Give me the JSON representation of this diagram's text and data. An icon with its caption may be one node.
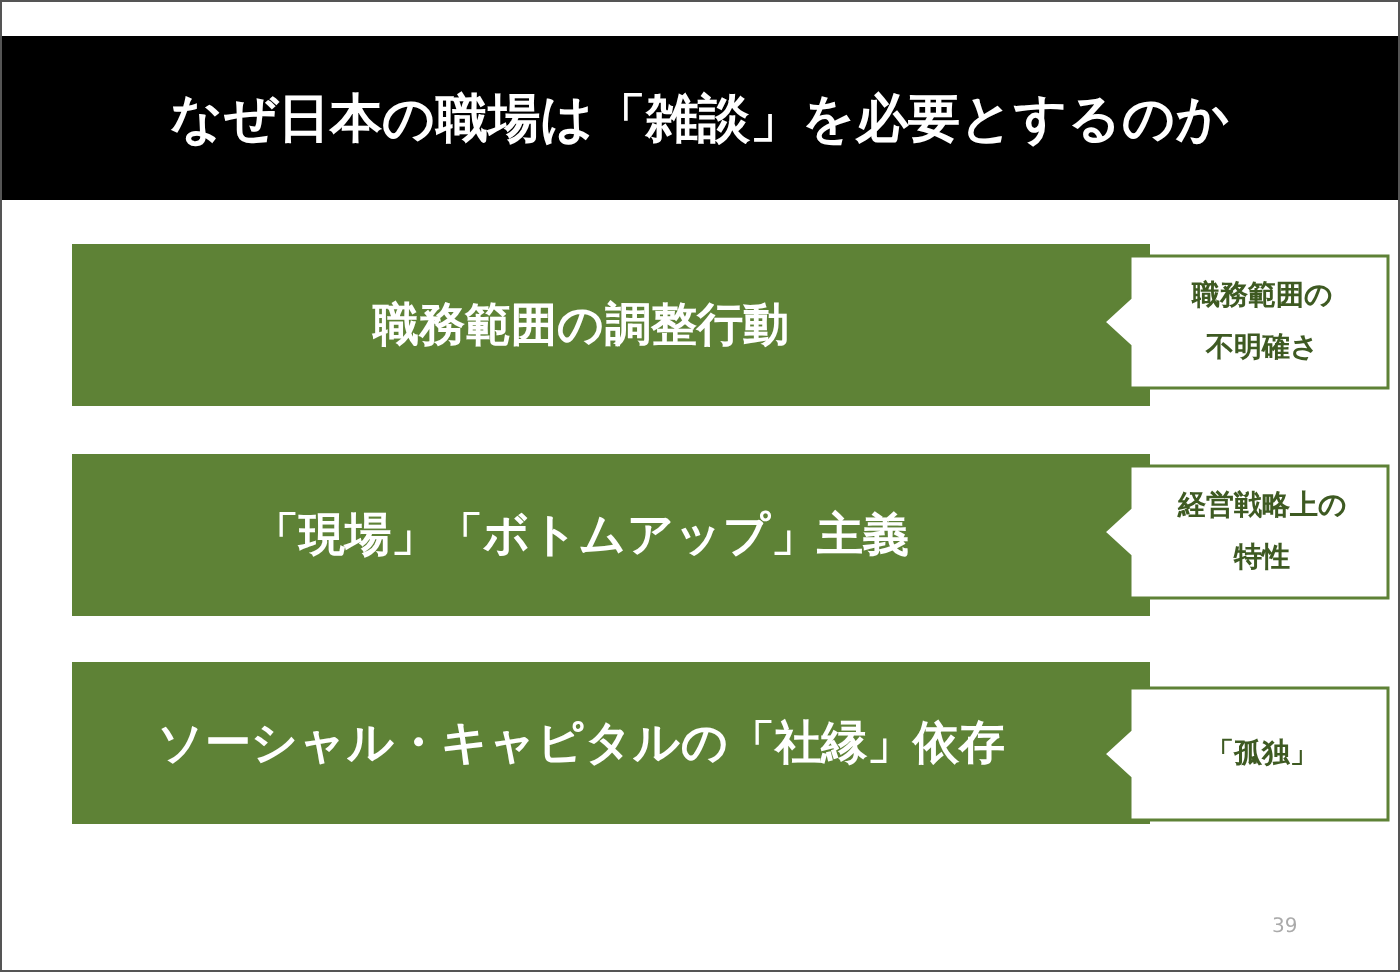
{
  "diagram": {
    "title": "なぜ日本の職場は「雑談」を必要とするのか",
    "nodes": [
      {
        "text": [
          "職務範囲の調整行動"
        ]
      },
      {
        "text": [
          "職務範囲の不明確さ"
        ]
      },
      {
        "text": [
          "「現場」「ボトムアップ」主義"
        ]
      },
      {
        "text": [
          "経営戦略上の特性"
        ]
      },
      {
        "text": [
          "ソーシャル・キャピタルの「社縁」依存"
        ]
      },
      {
        "text": [
          "「孤独」"
        ]
      }
    ],
    "labels": [
      "39"
    ]
  }
}
